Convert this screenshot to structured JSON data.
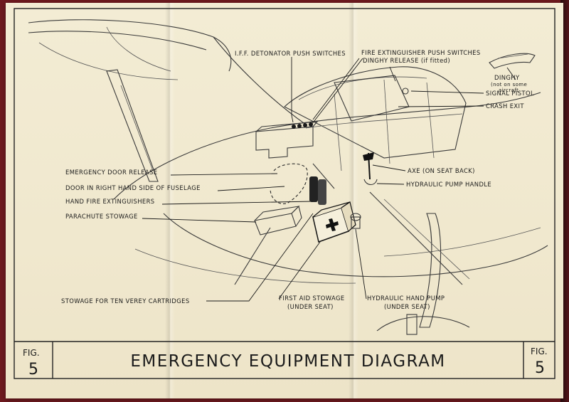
{
  "title": "EMERGENCY EQUIPMENT DIAGRAM",
  "figure": {
    "word": "FIG.",
    "number": "5"
  },
  "labels": {
    "ife_detonator": "I.F.F. DETONATOR PUSH SWITCHES",
    "fire_ext_switches": "FIRE EXTINGUISHER PUSH SWITCHES",
    "dinghy_release": "DINGHY RELEASE (if fitted)",
    "dinghy": "DINGHY",
    "dinghy_note1": "(not on some",
    "dinghy_note2": "aircraft",
    "signal_pistol": "SIGNAL PISTOL",
    "crash_exit": "CRASH EXIT",
    "emergency_door": "EMERGENCY DOOR RELEASE",
    "door_right": "DOOR IN RIGHT HAND SIDE OF FUSELAGE",
    "hand_fire": "HAND FIRE EXTINGUISHERS",
    "parachute": "PARACHUTE STOWAGE",
    "axe": "AXE (ON SEAT BACK)",
    "hyd_pump_handle": "HYDRAULIC PUMP HANDLE",
    "verey": "STOWAGE FOR TEN VEREY CARTRIDGES",
    "first_aid1": "FIRST AID STOWAGE",
    "first_aid2": "(UNDER SEAT)",
    "hyd_hand_pump1": "HYDRAULIC HAND PUMP",
    "hyd_hand_pump2": "(UNDER SEAT)"
  }
}
